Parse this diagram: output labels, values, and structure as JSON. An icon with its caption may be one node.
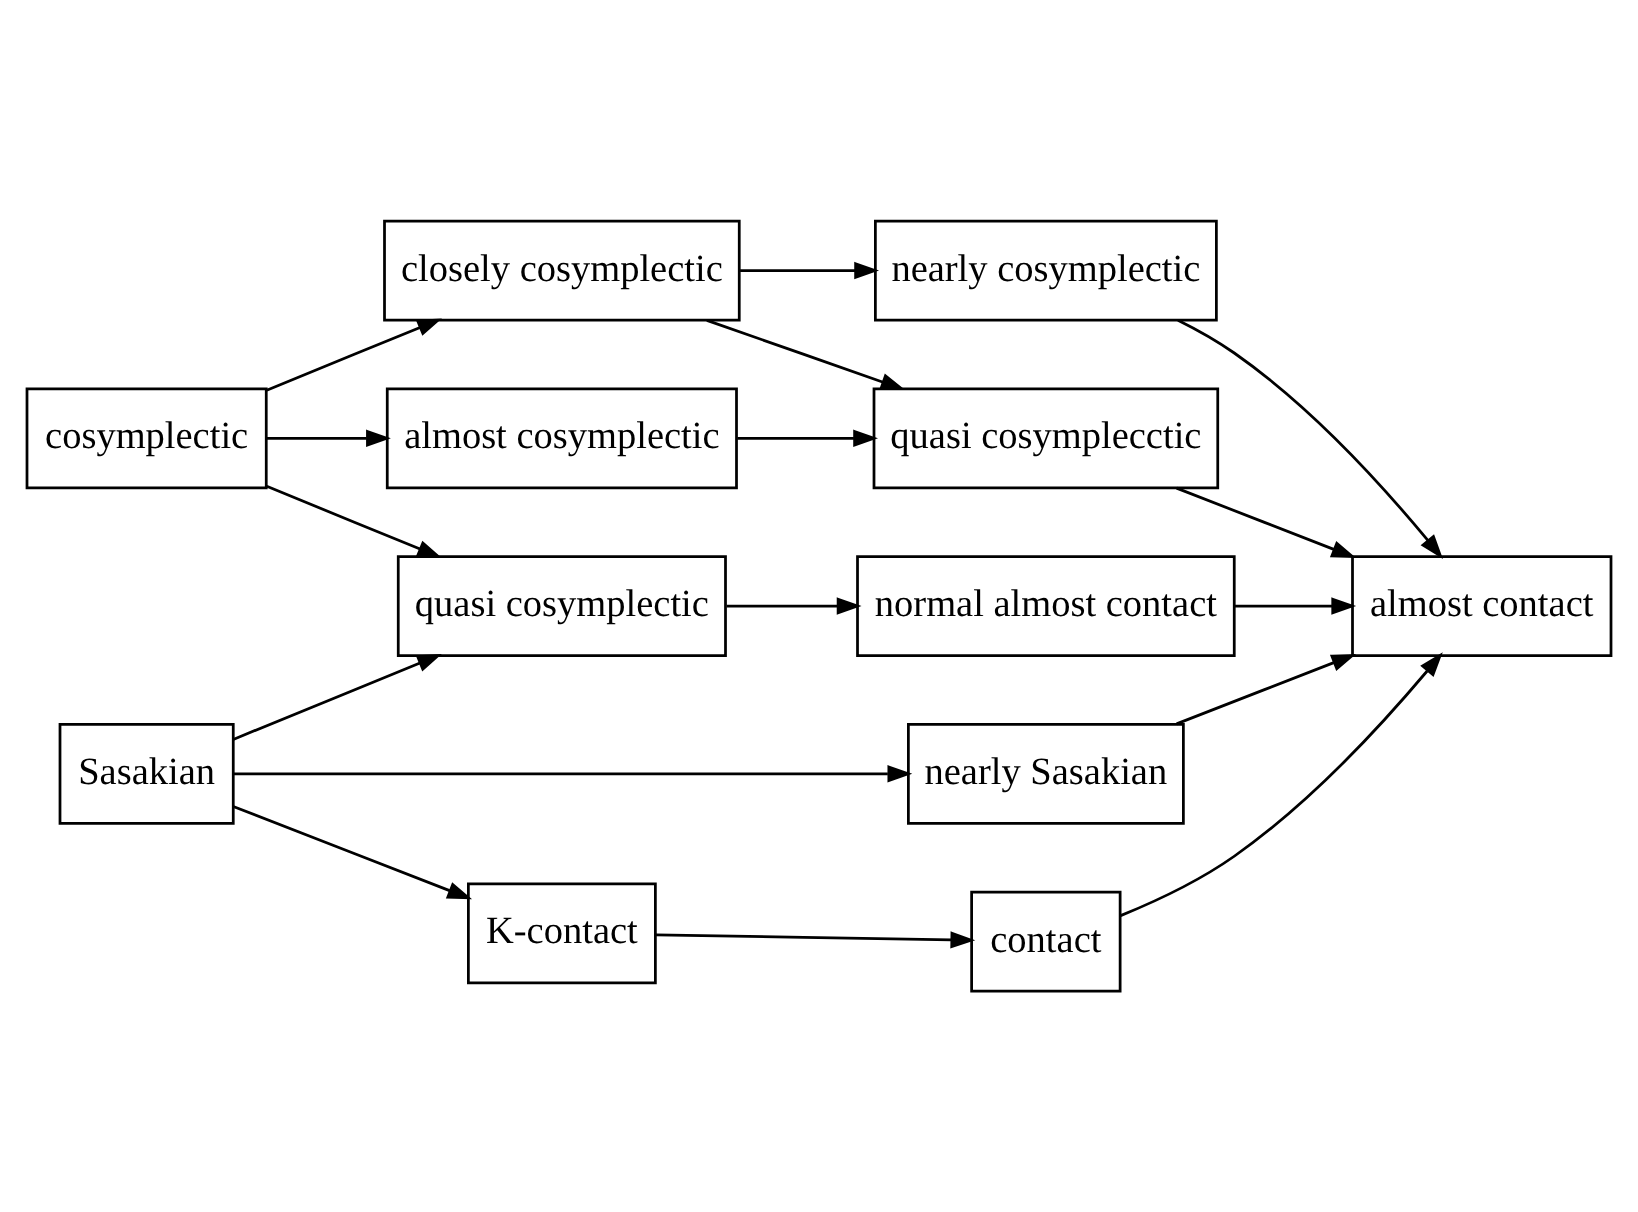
{
  "diagram": {
    "nodes": [
      {
        "text": [
          "closely cosymplectic"
        ]
      },
      {
        "text": [
          "nearly cosymplectic"
        ]
      },
      {
        "text": [
          "cosymplectic"
        ]
      },
      {
        "text": [
          "almost cosymplectic"
        ]
      },
      {
        "text": [
          "quasi cosymplecctic"
        ]
      },
      {
        "text": [
          "quasi cosymplectic"
        ]
      },
      {
        "text": [
          "normal almost contact"
        ]
      },
      {
        "text": [
          "almost contact"
        ]
      },
      {
        "text": [
          "Sasakian"
        ]
      },
      {
        "text": [
          "nearly Sasakian"
        ]
      },
      {
        "text": [
          "K-contact"
        ]
      },
      {
        "text": [
          "contact"
        ]
      }
    ],
    "edges": [
      {
        "from": 2,
        "to": 0,
        "arrow": "to"
      },
      {
        "from": 2,
        "to": 3,
        "arrow": "to"
      },
      {
        "from": 2,
        "to": 5,
        "arrow": "to"
      },
      {
        "from": 0,
        "to": 1,
        "arrow": "to"
      },
      {
        "from": 0,
        "to": 4,
        "arrow": "to"
      },
      {
        "from": 3,
        "to": 4,
        "arrow": "to"
      },
      {
        "from": 1,
        "to": 7,
        "arrow": "to"
      },
      {
        "from": 4,
        "to": 7,
        "arrow": "to"
      },
      {
        "from": 5,
        "to": 6,
        "arrow": "to"
      },
      {
        "from": 6,
        "to": 7,
        "arrow": "to"
      },
      {
        "from": 8,
        "to": 5,
        "arrow": "to"
      },
      {
        "from": 8,
        "to": 9,
        "arrow": "to"
      },
      {
        "from": 8,
        "to": 10,
        "arrow": "to"
      },
      {
        "from": 9,
        "to": 7,
        "arrow": "to"
      },
      {
        "from": 10,
        "to": 11,
        "arrow": "to"
      },
      {
        "from": 11,
        "to": 7,
        "arrow": "to"
      }
    ]
  }
}
